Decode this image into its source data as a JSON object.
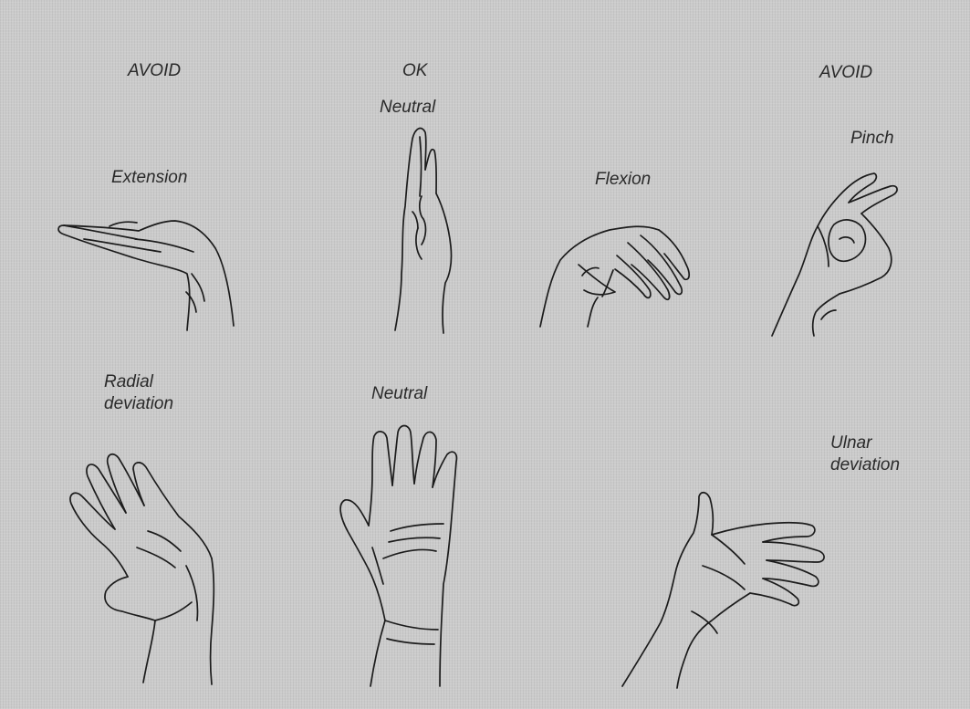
{
  "top_row": {
    "avoid_left": "AVOID",
    "ok": "OK",
    "avoid_right": "AVOID",
    "extension": "Extension",
    "neutral": "Neutral",
    "flexion": "Flexion",
    "pinch": "Pinch"
  },
  "bottom_row": {
    "radial_deviation": "Radial\ndeviation",
    "neutral": "Neutral",
    "ulnar_deviation": "Ulnar\ndeviation"
  }
}
